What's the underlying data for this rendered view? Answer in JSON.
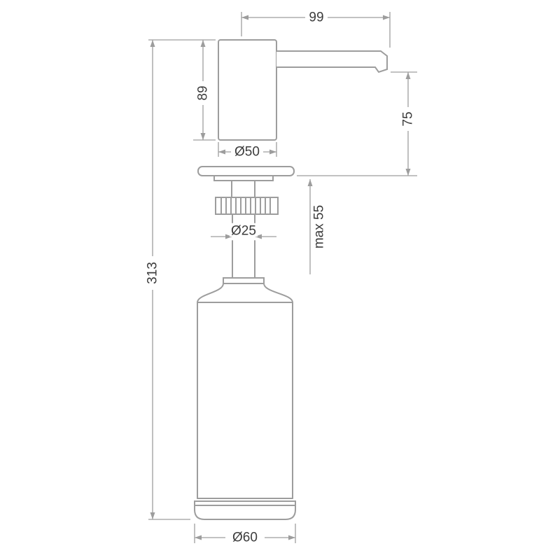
{
  "drawing": {
    "type": "technical-dimension-drawing",
    "subject": "kitchen soap dispenser"
  },
  "colors": {
    "line": "#9d9d9d",
    "dimension": "#9d9d9d",
    "text": "#3c3c3c",
    "bg": "#ffffff"
  },
  "dimensions": {
    "spout_reach": "99",
    "pump_head_height": "89",
    "head_diameter": "Ø50",
    "spout_height_above_deck": "75",
    "shank_diameter": "Ø25",
    "max_deck_thickness": "max 55",
    "overall_height": "313",
    "bottle_diameter": "Ø60"
  }
}
